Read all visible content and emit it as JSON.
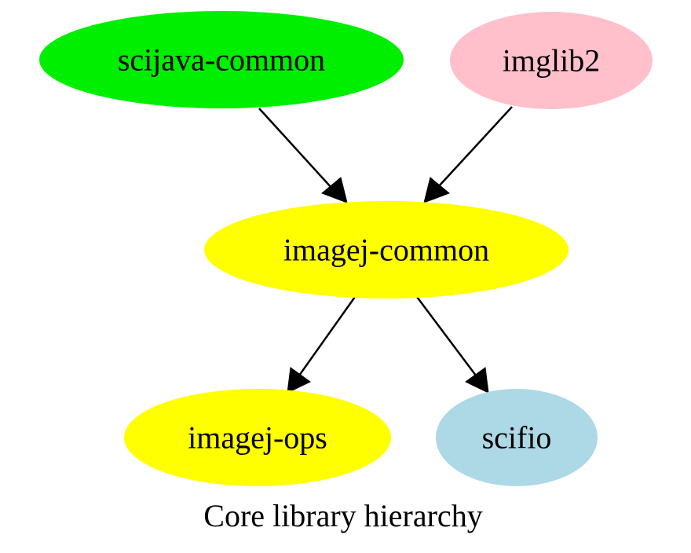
{
  "nodes": {
    "scijava_common": {
      "label": "scijava-common",
      "color": "#00ee00"
    },
    "imglib2": {
      "label": "imglib2",
      "color": "#ffc0cb"
    },
    "imagej_common": {
      "label": "imagej-common",
      "color": "#ffff00"
    },
    "imagej_ops": {
      "label": "imagej-ops",
      "color": "#ffff00"
    },
    "scifio": {
      "label": "scifio",
      "color": "#add8e6"
    }
  },
  "edges": [
    {
      "from": "scijava-common",
      "to": "imagej-common"
    },
    {
      "from": "imglib2",
      "to": "imagej-common"
    },
    {
      "from": "imagej-common",
      "to": "imagej-ops"
    },
    {
      "from": "imagej-common",
      "to": "scifio"
    }
  ],
  "caption": "Core library hierarchy"
}
